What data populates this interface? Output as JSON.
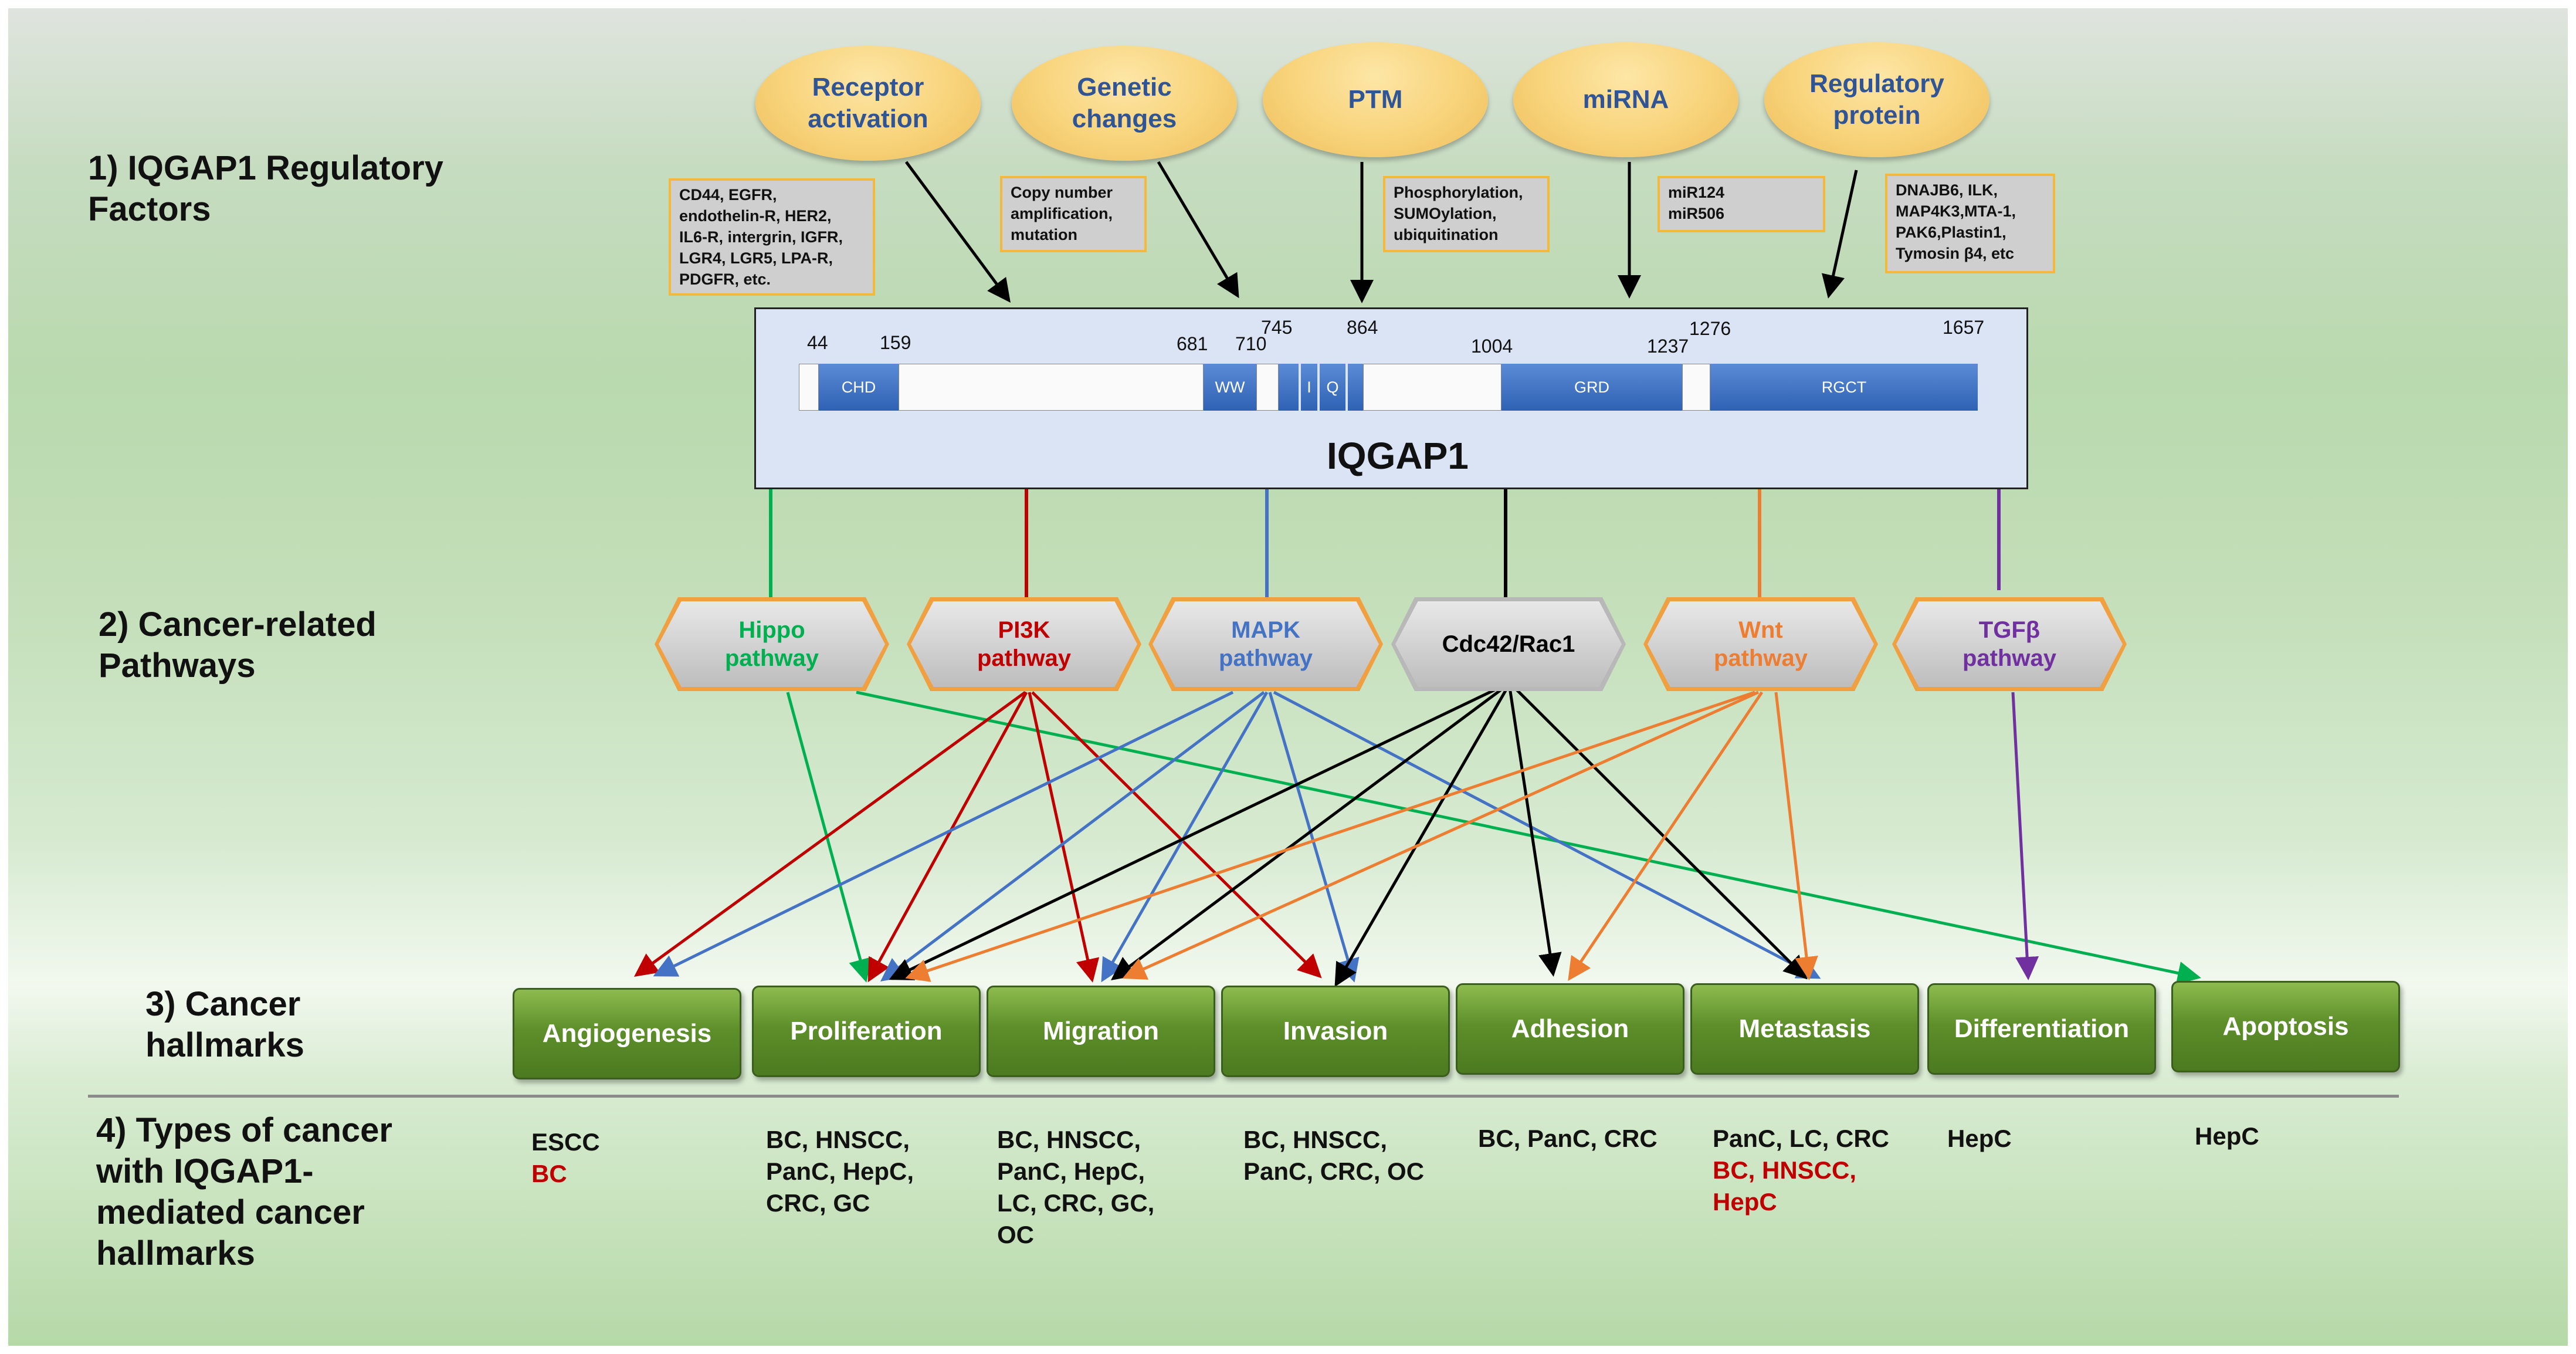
{
  "sections": {
    "regulatory": "1) IQGAP1 Regulatory\nFactors",
    "pathways": "2) Cancer-related\nPathways",
    "hallmarks": "3) Cancer\nhallmarks",
    "types": "4) Types of cancer\nwith IQGAP1-\nmediated cancer\nhallmarks"
  },
  "factors": [
    {
      "label": "Receptor\nactivation",
      "detail": "CD44, EGFR,\nendothelin-R, HER2,\nIL6-R, intergrin, IGFR,\nLGR4, LGR5, LPA-R,\nPDGFR, etc."
    },
    {
      "label": "Genetic\nchanges",
      "detail": "Copy number\namplification,\nmutation"
    },
    {
      "label": "PTM",
      "detail": "Phosphorylation,\nSUMOylation,\nubiquitination"
    },
    {
      "label": "miRNA",
      "detail": "miR124\nmiR506"
    },
    {
      "label": "Regulatory\nprotein",
      "detail": "DNAJB6, ILK,\nMAP4K3,MTA-1,\nPAK6,Plastin1,\nTymosin β4, etc"
    }
  ],
  "protein": {
    "name": "IQGAP1",
    "positions": [
      "44",
      "159",
      "681",
      "710",
      "745",
      "864",
      "1004",
      "1237",
      "1276",
      "1657"
    ],
    "domains": [
      "CHD",
      "WW",
      "I",
      "Q",
      "GRD",
      "RGCT"
    ]
  },
  "pathways": [
    {
      "label": "Hippo\npathway",
      "color": "#00b050"
    },
    {
      "label": "PI3K\npathway",
      "color": "#c00000"
    },
    {
      "label": "MAPK\npathway",
      "color": "#4472c4"
    },
    {
      "label": "Cdc42/Rac1",
      "color": "#000000"
    },
    {
      "label": "Wnt\npathway",
      "color": "#ed7d31"
    },
    {
      "label": "TGFβ\npathway",
      "color": "#7030a0"
    }
  ],
  "hallmarks": [
    "Angiogenesis",
    "Proliferation",
    "Migration",
    "Invasion",
    "Adhesion",
    "Metastasis",
    "Differentiation",
    "Apoptosis"
  ],
  "cancer_types": [
    {
      "black": "ESCC",
      "red": "BC"
    },
    {
      "black": "BC, HNSCC,\nPanC, HepC,\nCRC, GC",
      "red": ""
    },
    {
      "black": "BC, HNSCC,\nPanC, HepC,\nLC, CRC, GC,\nOC",
      "red": ""
    },
    {
      "black": "BC, HNSCC,\nPanC, CRC,  OC",
      "red": ""
    },
    {
      "black": "BC, PanC, CRC",
      "red": ""
    },
    {
      "black": "PanC, LC, CRC",
      "red": "BC, HNSCC,\nHepC"
    },
    {
      "black": "HepC",
      "red": ""
    },
    {
      "black": "HepC",
      "red": ""
    }
  ],
  "colors": {
    "arrow_factor": "#111111",
    "hallmark_box": "#5e8f2a",
    "factor_oval": "#f8d37a",
    "oval_text": "#2f5597"
  }
}
